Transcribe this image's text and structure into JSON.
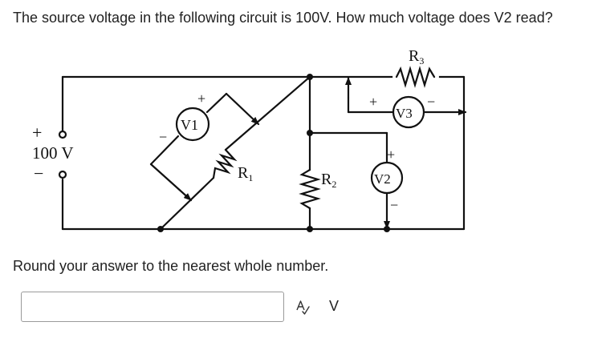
{
  "question": {
    "text": "The source voltage in the following circuit is 100V. How much voltage does V2 read?"
  },
  "circuit": {
    "source_label": "100 V",
    "source_plus": "+",
    "source_minus": "−",
    "r1_label": "R",
    "r1_sub": "1",
    "r2_label": "R",
    "r2_sub": "2",
    "r3_label": "R",
    "r3_sub": "3",
    "v1_label": "V1",
    "v1_plus": "+",
    "v1_minus": "−",
    "v2_label": "V2",
    "v2_plus": "+",
    "v2_minus": "−",
    "v3_label": "V3",
    "v3_plus": "+",
    "v3_minus": "−"
  },
  "instruction": {
    "text": "Round your answer to the nearest whole number."
  },
  "answer": {
    "value": "",
    "unit": "V",
    "format_icon": "format-text-icon"
  }
}
